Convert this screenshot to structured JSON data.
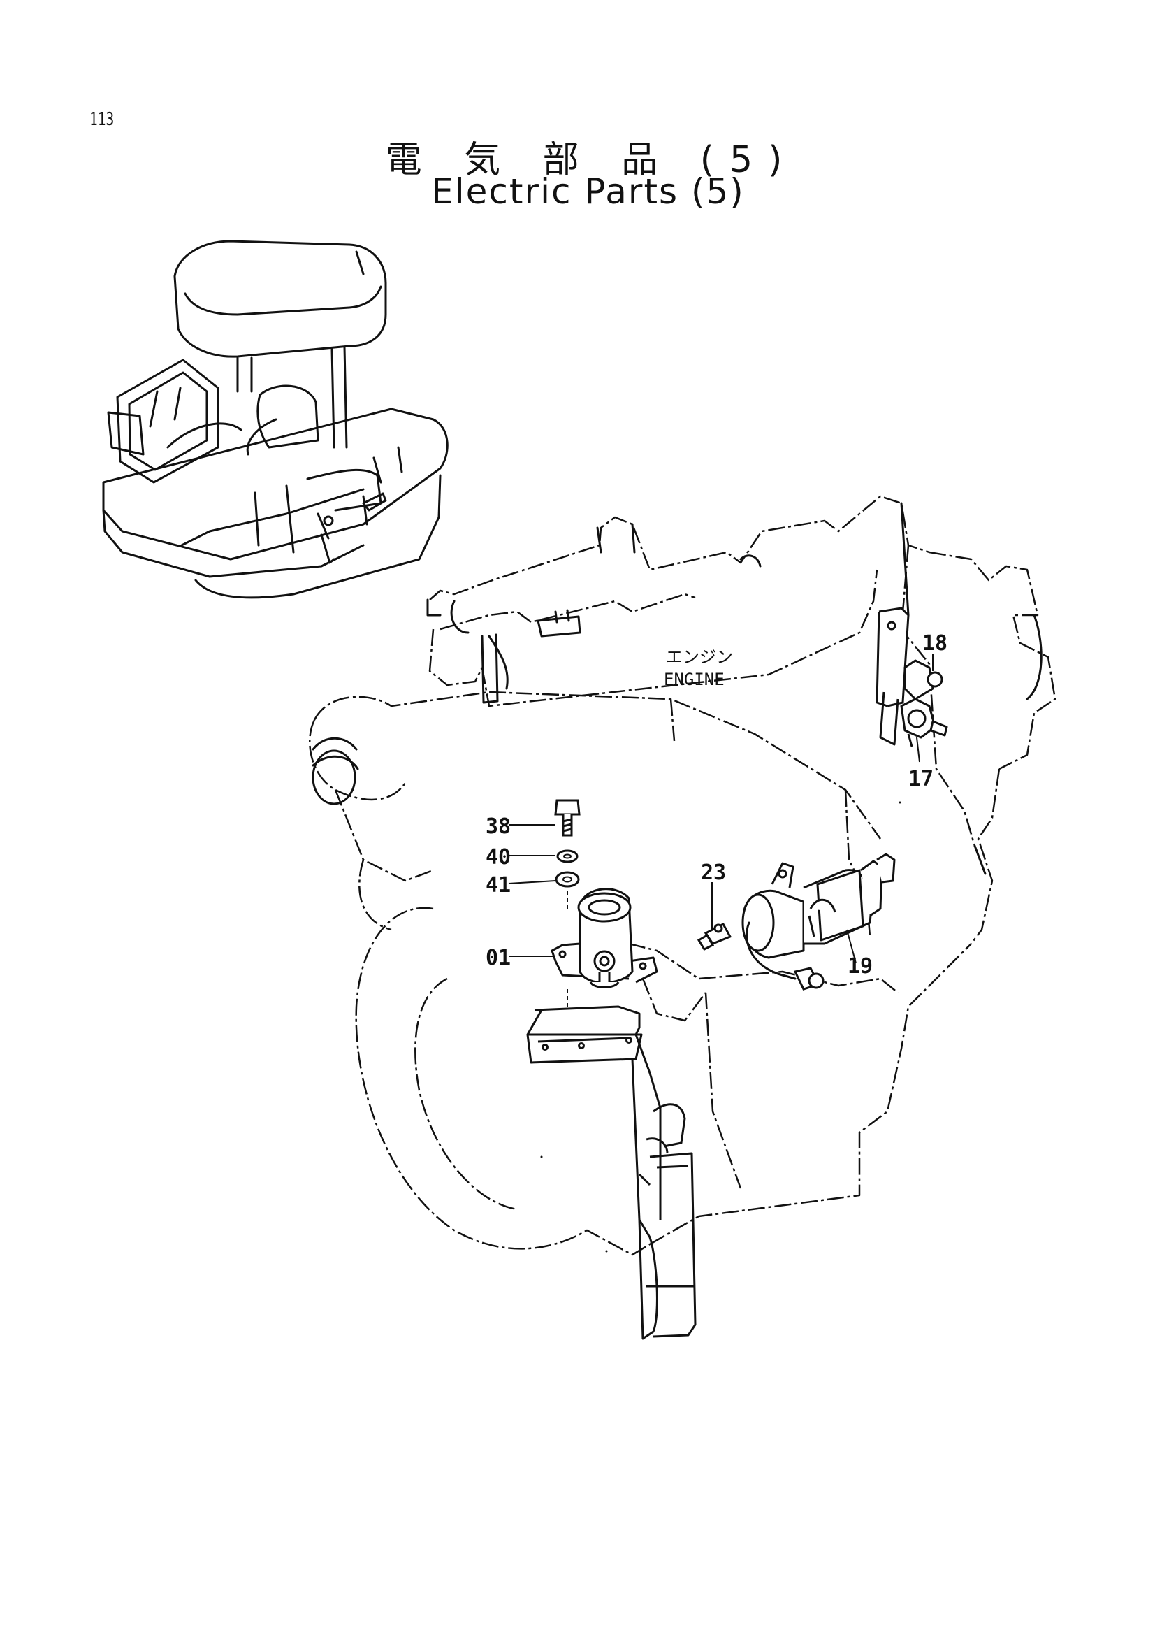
{
  "page": {
    "number": "113",
    "title_jp": "電 気 部 品 (5)",
    "title_en": "Electric Parts (5)"
  },
  "diagram": {
    "engine_label_jp": "エンジン",
    "engine_label_en": "ENGINE",
    "callouts": {
      "p01": "01",
      "p17": "17",
      "p18": "18",
      "p19": "19",
      "p23": "23",
      "p38": "38",
      "p40": "40",
      "p41": "41"
    }
  },
  "colors": {
    "ink": "#111111",
    "paper": "#ffffff"
  }
}
